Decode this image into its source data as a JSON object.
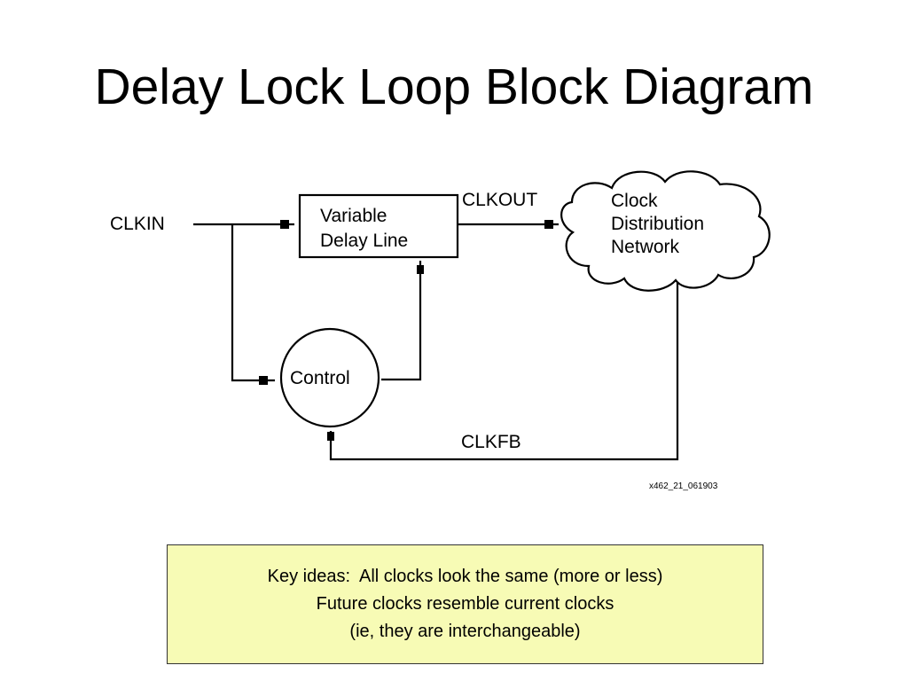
{
  "slide": {
    "title": "Delay Lock Loop Block Diagram"
  },
  "diagram": {
    "clkin_label": "CLKIN",
    "delay_line_label": [
      "Variable",
      "Delay Line"
    ],
    "clkout_label": "CLKOUT",
    "network_label": [
      "Clock",
      "Distribution",
      "Network"
    ],
    "control_label": "Control",
    "clkfb_label": "CLKFB",
    "figure_id": "x462_21_061903"
  },
  "key_ideas": {
    "lines": [
      "Key ideas:  All clocks look the same (more or less)",
      "Future clocks resemble current clocks",
      "(ie, they are interchangeable)"
    ]
  }
}
